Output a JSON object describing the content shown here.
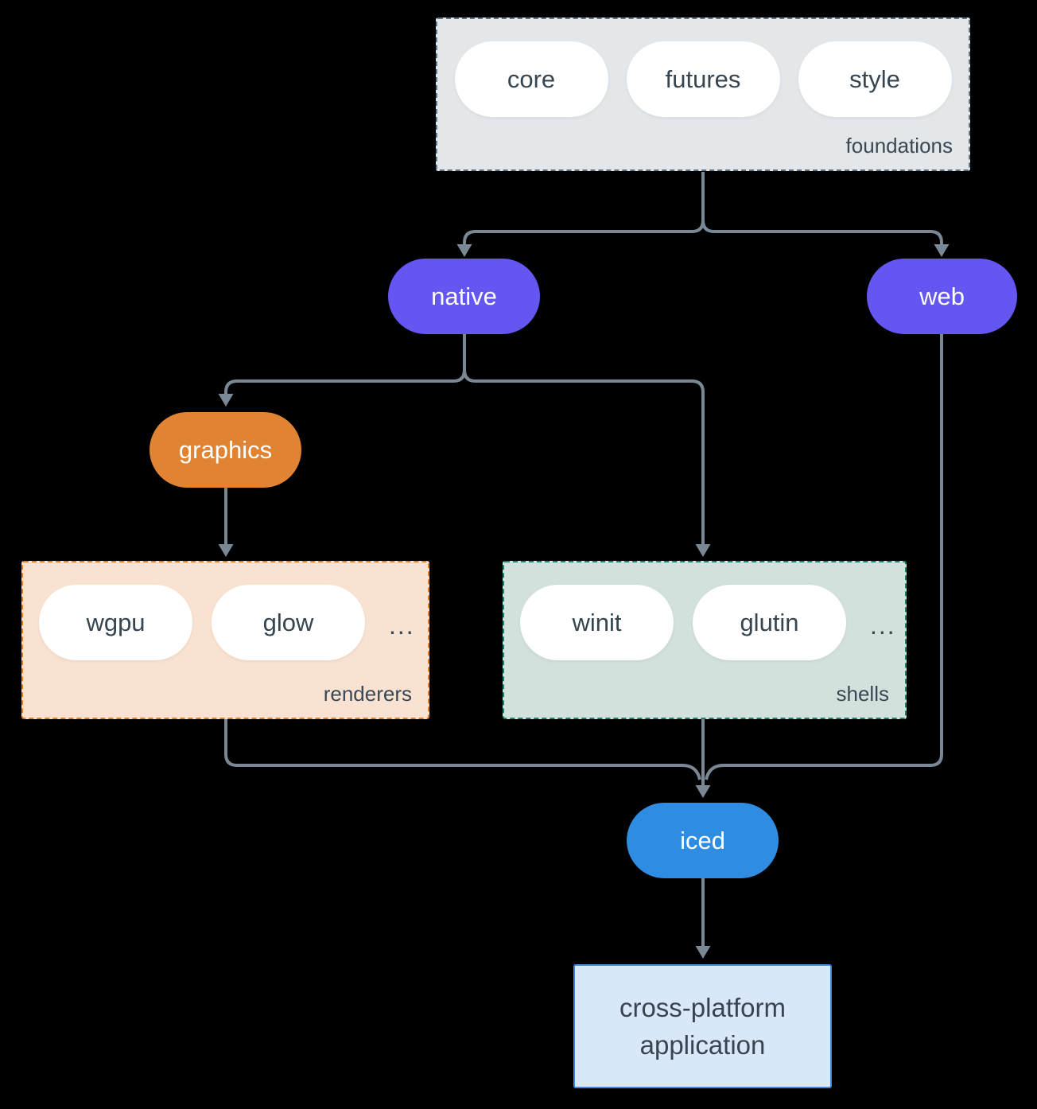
{
  "colors": {
    "background": "#000000",
    "connector": "#7a8795",
    "node_purple": "#6456f0",
    "node_orange": "#e08434",
    "node_blue": "#2e8de2",
    "foundations_bg": "#e3e7ea",
    "foundations_border": "#5f7486",
    "renderers_bg": "#f9e2d1",
    "renderers_border": "#e67f1f",
    "shells_bg": "#d3e1dc",
    "shells_border": "#16836c",
    "app_bg": "#d9e8f9",
    "app_border": "#3a89df",
    "dark_text": "#36454f"
  },
  "groups": {
    "foundations": {
      "label": "foundations",
      "pills": [
        "core",
        "futures",
        "style"
      ]
    },
    "renderers": {
      "label": "renderers",
      "pills": [
        "wgpu",
        "glow"
      ],
      "ellipsis": "..."
    },
    "shells": {
      "label": "shells",
      "pills": [
        "winit",
        "glutin"
      ],
      "ellipsis": "..."
    }
  },
  "nodes": {
    "native": "native",
    "web": "web",
    "graphics": "graphics",
    "iced": "iced",
    "app": {
      "line1": "cross-platform",
      "line2": "application"
    }
  },
  "edges": [
    "foundations -> native",
    "foundations -> web",
    "native -> graphics",
    "native -> shells",
    "graphics -> renderers",
    "renderers -> iced",
    "shells -> iced",
    "web -> iced",
    "iced -> cross-platform application"
  ]
}
